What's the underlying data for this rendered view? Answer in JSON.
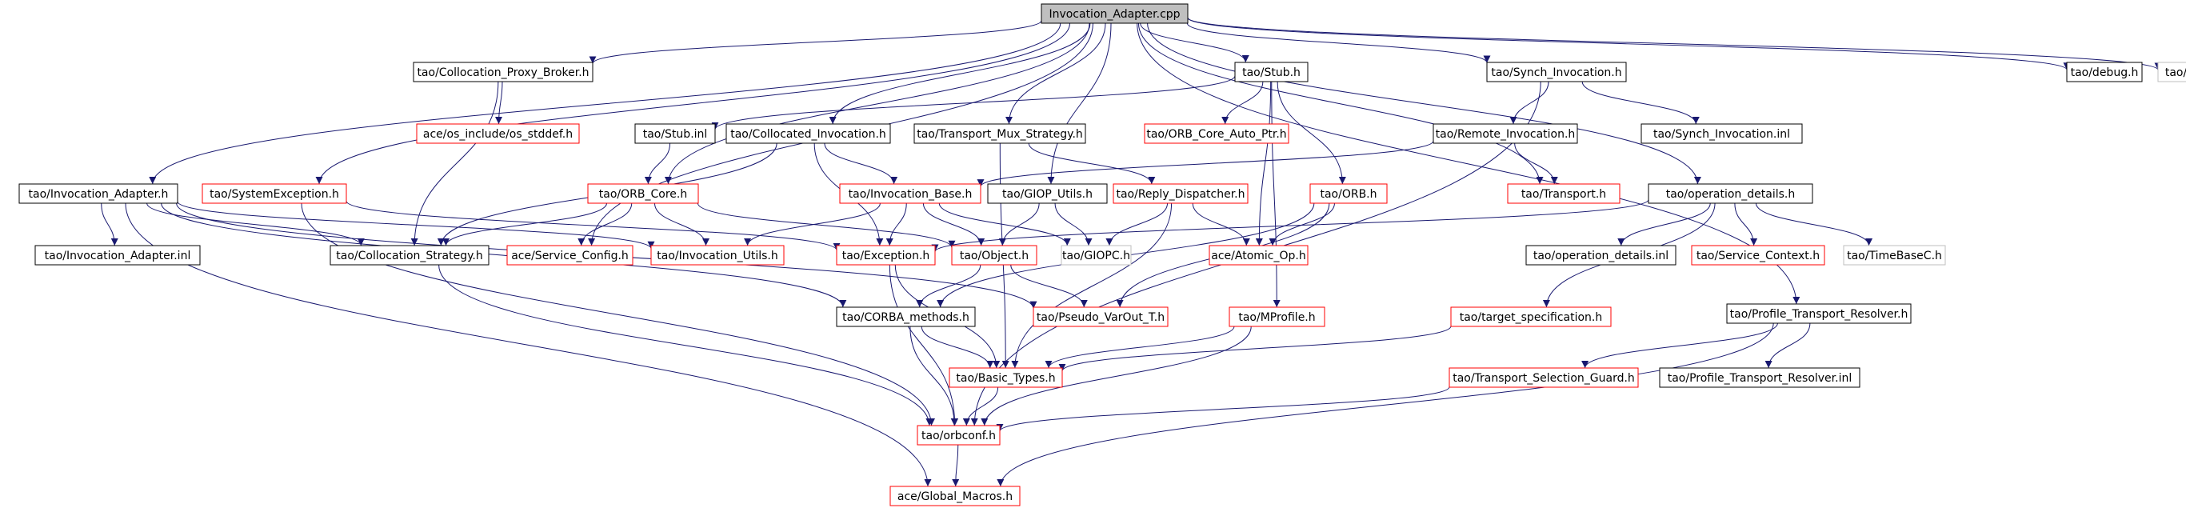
{
  "graph": {
    "nodes": [
      {
        "id": "root",
        "label": "Invocation_Adapter.cpp",
        "style": "root"
      },
      {
        "id": "cpb",
        "label": "tao/Collocation_Proxy_Broker.h",
        "style": "doc"
      },
      {
        "id": "stubh",
        "label": "tao/Stub.h",
        "style": "doc"
      },
      {
        "id": "synch",
        "label": "tao/Synch_Invocation.h",
        "style": "doc"
      },
      {
        "id": "debug",
        "label": "tao/debug.h",
        "style": "doc"
      },
      {
        "id": "taoc",
        "label": "tao/TAOC.h",
        "style": "nodoc"
      },
      {
        "id": "osstd",
        "label": "ace/os_include/os_stddef.h",
        "style": "red"
      },
      {
        "id": "stubinl",
        "label": "tao/Stub.inl",
        "style": "doc"
      },
      {
        "id": "collinv",
        "label": "tao/Collocated_Invocation.h",
        "style": "doc"
      },
      {
        "id": "tms",
        "label": "tao/Transport_Mux_Strategy.h",
        "style": "doc"
      },
      {
        "id": "orbcap",
        "label": "tao/ORB_Core_Auto_Ptr.h",
        "style": "red"
      },
      {
        "id": "remote",
        "label": "tao/Remote_Invocation.h",
        "style": "doc"
      },
      {
        "id": "synchinl",
        "label": "tao/Synch_Invocation.inl",
        "style": "doc"
      },
      {
        "id": "ia",
        "label": "tao/Invocation_Adapter.h",
        "style": "doc"
      },
      {
        "id": "sysex",
        "label": "tao/SystemException.h",
        "style": "red"
      },
      {
        "id": "orbcore",
        "label": "tao/ORB_Core.h",
        "style": "red"
      },
      {
        "id": "invbase",
        "label": "tao/Invocation_Base.h",
        "style": "red"
      },
      {
        "id": "giopu",
        "label": "tao/GIOP_Utils.h",
        "style": "doc"
      },
      {
        "id": "reply",
        "label": "tao/Reply_Dispatcher.h",
        "style": "red"
      },
      {
        "id": "orbh",
        "label": "tao/ORB.h",
        "style": "red"
      },
      {
        "id": "transport",
        "label": "tao/Transport.h",
        "style": "red"
      },
      {
        "id": "opdet",
        "label": "tao/operation_details.h",
        "style": "doc"
      },
      {
        "id": "iainl",
        "label": "tao/Invocation_Adapter.inl",
        "style": "doc"
      },
      {
        "id": "collstrat",
        "label": "tao/Collocation_Strategy.h",
        "style": "doc"
      },
      {
        "id": "svcconf",
        "label": "ace/Service_Config.h",
        "style": "red"
      },
      {
        "id": "invutils",
        "label": "tao/Invocation_Utils.h",
        "style": "red"
      },
      {
        "id": "exc",
        "label": "tao/Exception.h",
        "style": "red"
      },
      {
        "id": "obj",
        "label": "tao/Object.h",
        "style": "red"
      },
      {
        "id": "giopc",
        "label": "tao/GIOPC.h",
        "style": "nodoc"
      },
      {
        "id": "atomic",
        "label": "ace/Atomic_Op.h",
        "style": "red"
      },
      {
        "id": "opdetinl",
        "label": "tao/operation_details.inl",
        "style": "doc"
      },
      {
        "id": "svcctx",
        "label": "tao/Service_Context.h",
        "style": "red"
      },
      {
        "id": "timebase",
        "label": "tao/TimeBaseC.h",
        "style": "nodoc"
      },
      {
        "id": "corbam",
        "label": "tao/CORBA_methods.h",
        "style": "doc"
      },
      {
        "id": "pvar",
        "label": "tao/Pseudo_VarOut_T.h",
        "style": "red"
      },
      {
        "id": "mprof",
        "label": "tao/MProfile.h",
        "style": "red"
      },
      {
        "id": "tspec",
        "label": "tao/target_specification.h",
        "style": "red"
      },
      {
        "id": "ptr",
        "label": "tao/Profile_Transport_Resolver.h",
        "style": "doc"
      },
      {
        "id": "basic",
        "label": "tao/Basic_Types.h",
        "style": "red"
      },
      {
        "id": "tsg",
        "label": "tao/Transport_Selection_Guard.h",
        "style": "red"
      },
      {
        "id": "ptrinl",
        "label": "tao/Profile_Transport_Resolver.inl",
        "style": "doc"
      },
      {
        "id": "orbconf",
        "label": "tao/orbconf.h",
        "style": "red"
      },
      {
        "id": "gmacros",
        "label": "ace/Global_Macros.h",
        "style": "red"
      }
    ],
    "edges": [
      [
        "root",
        "cpb"
      ],
      [
        "root",
        "stubh"
      ],
      [
        "root",
        "synch"
      ],
      [
        "root",
        "debug"
      ],
      [
        "root",
        "taoc"
      ],
      [
        "root",
        "ia"
      ],
      [
        "root",
        "sysex"
      ],
      [
        "root",
        "orbcore"
      ],
      [
        "root",
        "collinv"
      ],
      [
        "root",
        "tms"
      ],
      [
        "root",
        "giopu"
      ],
      [
        "root",
        "svcconf"
      ],
      [
        "root",
        "transport"
      ],
      [
        "root",
        "opdet"
      ],
      [
        "root",
        "ptr"
      ],
      [
        "cpb",
        "osstd"
      ],
      [
        "cpb",
        "collstrat"
      ],
      [
        "stubh",
        "stubinl"
      ],
      [
        "stubh",
        "orbcap"
      ],
      [
        "stubh",
        "orbh"
      ],
      [
        "stubh",
        "atomic"
      ],
      [
        "stubh",
        "mprof"
      ],
      [
        "synch",
        "remote"
      ],
      [
        "synch",
        "synchinl"
      ],
      [
        "synch",
        "orbconf"
      ],
      [
        "stubinl",
        "orbcore"
      ],
      [
        "collinv",
        "invbase"
      ],
      [
        "collinv",
        "collstrat"
      ],
      [
        "collinv",
        "exc"
      ],
      [
        "tms",
        "reply"
      ],
      [
        "tms",
        "basic"
      ],
      [
        "remote",
        "invbase"
      ],
      [
        "remote",
        "transport"
      ],
      [
        "ia",
        "iainl"
      ],
      [
        "ia",
        "collstrat"
      ],
      [
        "ia",
        "invutils"
      ],
      [
        "ia",
        "corbam"
      ],
      [
        "ia",
        "pvar"
      ],
      [
        "ia",
        "gmacros"
      ],
      [
        "sysex",
        "exc"
      ],
      [
        "sysex",
        "orbconf"
      ],
      [
        "orbcore",
        "collstrat"
      ],
      [
        "orbcore",
        "svcconf"
      ],
      [
        "orbcore",
        "invutils"
      ],
      [
        "orbcore",
        "obj"
      ],
      [
        "invbase",
        "invutils"
      ],
      [
        "invbase",
        "exc"
      ],
      [
        "invbase",
        "obj"
      ],
      [
        "invbase",
        "giopc"
      ],
      [
        "giopu",
        "obj"
      ],
      [
        "giopu",
        "giopc"
      ],
      [
        "reply",
        "giopc"
      ],
      [
        "reply",
        "atomic"
      ],
      [
        "reply",
        "basic"
      ],
      [
        "orbh",
        "atomic"
      ],
      [
        "orbh",
        "pvar"
      ],
      [
        "orbh",
        "corbam"
      ],
      [
        "opdet",
        "exc"
      ],
      [
        "opdet",
        "opdetinl"
      ],
      [
        "opdet",
        "svcctx"
      ],
      [
        "opdet",
        "timebase"
      ],
      [
        "opdet",
        "tspec"
      ],
      [
        "collstrat",
        "orbconf"
      ],
      [
        "exc",
        "basic"
      ],
      [
        "exc",
        "orbconf"
      ],
      [
        "obj",
        "corbam"
      ],
      [
        "obj",
        "pvar"
      ],
      [
        "corbam",
        "basic"
      ],
      [
        "corbam",
        "orbconf"
      ],
      [
        "mprof",
        "basic"
      ],
      [
        "mprof",
        "orbconf"
      ],
      [
        "tspec",
        "basic"
      ],
      [
        "ptr",
        "tsg"
      ],
      [
        "ptr",
        "ptrinl"
      ],
      [
        "ptr",
        "gmacros"
      ],
      [
        "tsg",
        "orbconf"
      ],
      [
        "basic",
        "orbconf"
      ],
      [
        "orbconf",
        "gmacros"
      ]
    ],
    "colors": {
      "doc_border": "#000000",
      "red_border": "#ff0000",
      "nodoc_border": "#bfbfbf",
      "root_fill": "#bfbfbf",
      "edge_solid": "#191970",
      "edge_include": "#696969"
    }
  }
}
